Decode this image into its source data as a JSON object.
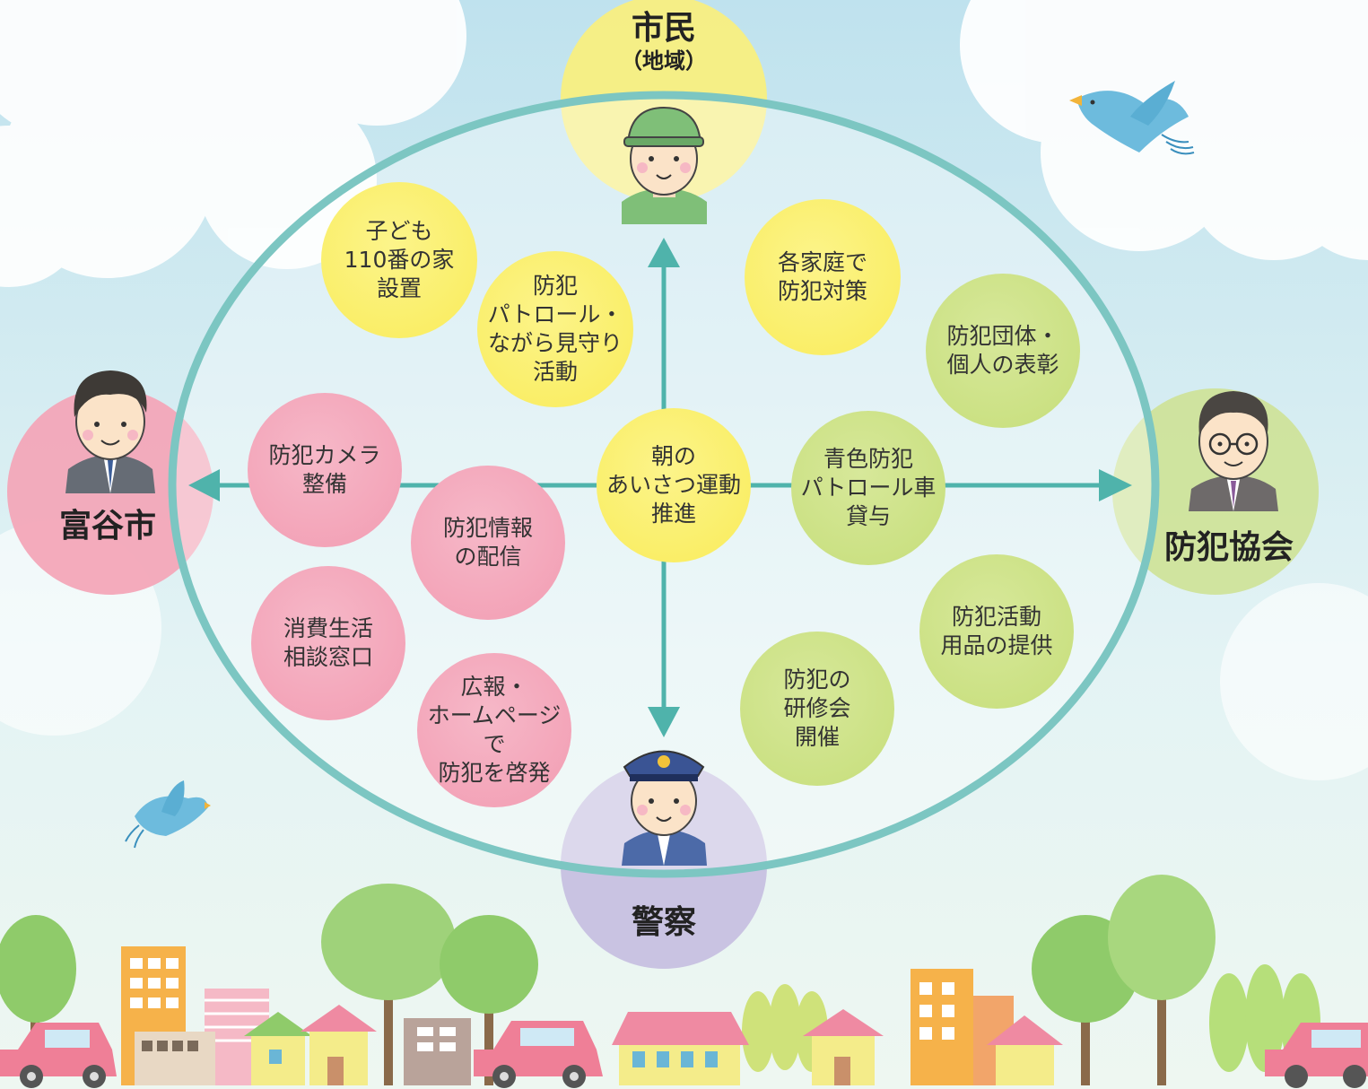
{
  "actors": {
    "citizens": {
      "label": "市民",
      "sublabel": "（地域）",
      "color": "#fbf07a"
    },
    "city": {
      "label": "富谷市",
      "color": "#f3a6b8"
    },
    "association": {
      "label": "防犯協会",
      "color": "#cfe39a"
    },
    "police": {
      "label": "警察",
      "color": "#c7c0e0"
    }
  },
  "center": {
    "lines": [
      "朝の",
      "あいさつ運動",
      "推進"
    ]
  },
  "activities": {
    "kodomo": {
      "lines": [
        "子ども",
        "110番の家",
        "設置"
      ]
    },
    "patrol": {
      "lines": [
        "防犯",
        "パトロール・",
        "ながら見守り",
        "活動"
      ]
    },
    "katei": {
      "lines": [
        "各家庭で",
        "防犯対策"
      ]
    },
    "hyosho": {
      "lines": [
        "防犯団体・",
        "個人の表彰"
      ]
    },
    "aoiro": {
      "lines": [
        "青色防犯",
        "パトロール車",
        "貸与"
      ]
    },
    "yohin": {
      "lines": [
        "防犯活動",
        "用品の提供"
      ]
    },
    "kenshu": {
      "lines": [
        "防犯の",
        "研修会",
        "開催"
      ]
    },
    "camera": {
      "lines": [
        "防犯カメラ",
        "整備"
      ]
    },
    "joho": {
      "lines": [
        "防犯情報",
        "の配信"
      ]
    },
    "shohi": {
      "lines": [
        "消費生活",
        "相談窓口"
      ]
    },
    "koho": {
      "lines": [
        "広報・",
        "ホームページで",
        "防犯を啓発"
      ]
    }
  },
  "colors": {
    "ring": "#7cc6c2",
    "arrow": "#4fb3ab",
    "sky": "#cfe9f2"
  },
  "icons": [
    "bird-icon",
    "tree-icon",
    "building-icon",
    "house-icon",
    "car-icon",
    "cloud-icon"
  ]
}
